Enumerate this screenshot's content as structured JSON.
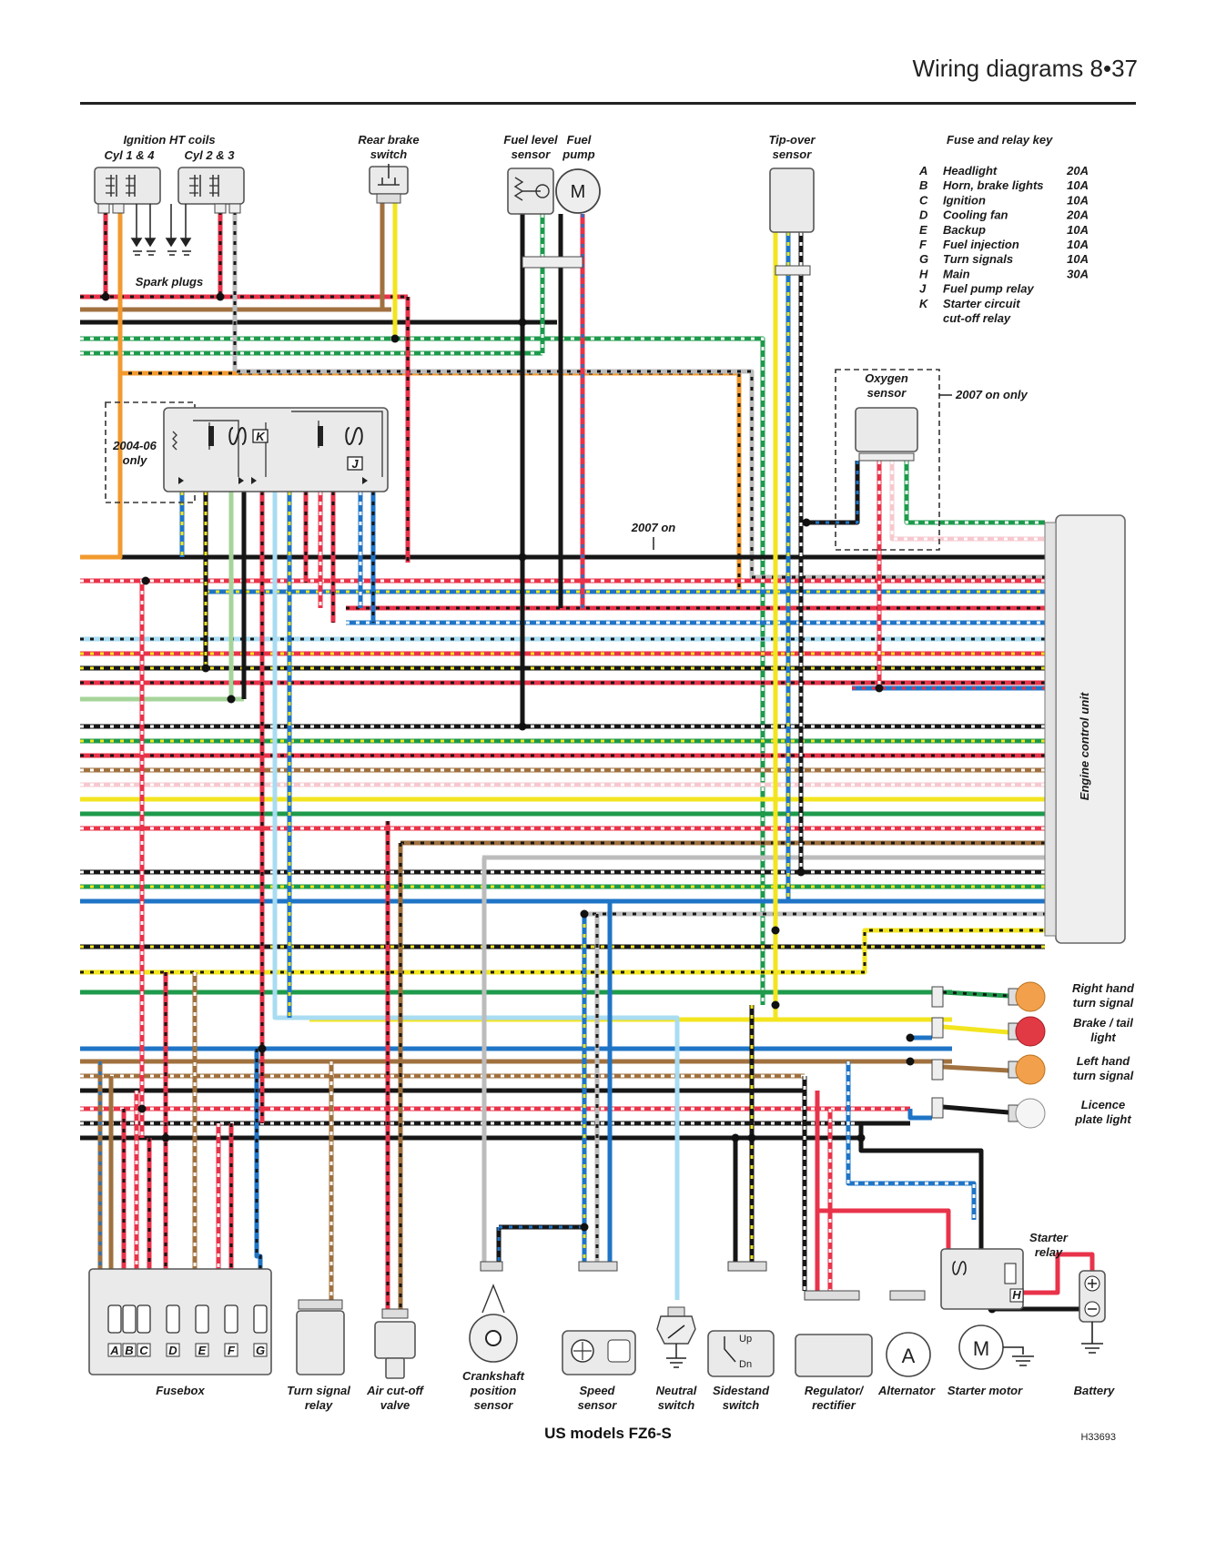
{
  "header": {
    "title": "Wiring diagrams  8•37"
  },
  "caption": "US models FZ6-S",
  "figure_code": "H33693",
  "fuse_key": {
    "title": "Fuse and relay key",
    "rows": [
      {
        "code": "A",
        "item": "Headlight",
        "rating": "20A"
      },
      {
        "code": "B",
        "item": "Horn, brake lights",
        "rating": "10A"
      },
      {
        "code": "C",
        "item": "Ignition",
        "rating": "10A"
      },
      {
        "code": "D",
        "item": "Cooling fan",
        "rating": "20A"
      },
      {
        "code": "E",
        "item": "Backup",
        "rating": "10A"
      },
      {
        "code": "F",
        "item": "Fuel injection",
        "rating": "10A"
      },
      {
        "code": "G",
        "item": "Turn signals",
        "rating": "10A"
      },
      {
        "code": "H",
        "item": "Main",
        "rating": "30A"
      },
      {
        "code": "J",
        "item": "Fuel pump relay",
        "rating": ""
      },
      {
        "code": "K",
        "item": "Starter circuit",
        "rating": ""
      },
      {
        "code": "",
        "item": "cut-off relay",
        "rating": ""
      }
    ]
  },
  "labels": {
    "ign_coils": "Ignition HT coils",
    "cyl14": "Cyl 1 & 4",
    "cyl23": "Cyl 2 & 3",
    "spark_plugs": "Spark plugs",
    "rear_brake_1": "Rear brake",
    "rear_brake_2": "switch",
    "fuel_level_1": "Fuel level",
    "fuel_level_2": "sensor",
    "fuel_pump_1": "Fuel",
    "fuel_pump_2": "pump",
    "tip_over_1": "Tip-over",
    "tip_over_2": "sensor",
    "oxygen_1": "Oxygen",
    "oxygen_2": "sensor",
    "only_2007": "2007 on only",
    "only_0406_1": "2004-06",
    "only_0406_2": "only",
    "on_2007": "2007 on",
    "ecu": "Engine control unit",
    "rh_turn_1": "Right hand",
    "rh_turn_2": "turn signal",
    "brake_tail_1": "Brake / tail",
    "brake_tail_2": "light",
    "lh_turn_1": "Left hand",
    "lh_turn_2": "turn signal",
    "licence_1": "Licence",
    "licence_2": "plate light",
    "starter_relay_1": "Starter",
    "starter_relay_2": "relay",
    "fusebox": "Fusebox",
    "turn_relay_1": "Turn signal",
    "turn_relay_2": "relay",
    "air_cutoff_1": "Air cut-off",
    "air_cutoff_2": "valve",
    "crank_1": "Crankshaft",
    "crank_2": "position",
    "crank_3": "sensor",
    "speed_1": "Speed",
    "speed_2": "sensor",
    "neutral_1": "Neutral",
    "neutral_2": "switch",
    "sidestand_1": "Sidestand",
    "sidestand_2": "switch",
    "regulator_1": "Regulator/",
    "regulator_2": "rectifier",
    "alternator": "Alternator",
    "starter_motor": "Starter motor",
    "battery": "Battery",
    "relay_K": "K",
    "relay_J": "J",
    "relay_H": "H",
    "pump_M": "M",
    "motor_M": "M",
    "alt_A": "A",
    "up": "Up",
    "dn": "Dn",
    "fuse_codes": [
      "A",
      "B",
      "C",
      "D",
      "E",
      "F",
      "G"
    ]
  },
  "colors": {
    "red": "#e8334a",
    "black": "#161616",
    "blue": "#1f74c6",
    "brown": "#a0713f",
    "green": "#1d9a4b",
    "yellow": "#f2e51f",
    "orange": "#f29a2f",
    "grey": "#bcbcbc",
    "lightblue": "#a9dcf2",
    "lightgreen": "#a6d49a",
    "pink": "#f6c9cf",
    "white": "#ffffff"
  }
}
